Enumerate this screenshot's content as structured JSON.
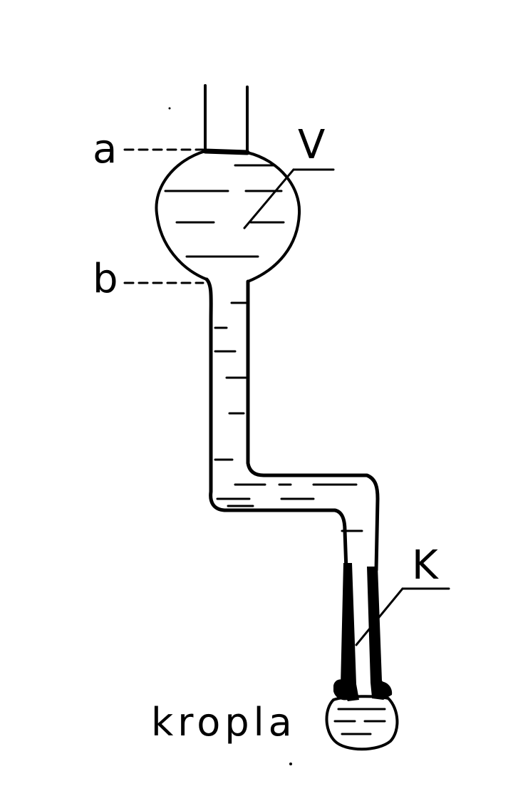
{
  "diagram": {
    "labels": {
      "a": "a",
      "b": "b",
      "V": "V",
      "K": "K",
      "kropla": "kropla"
    }
  }
}
